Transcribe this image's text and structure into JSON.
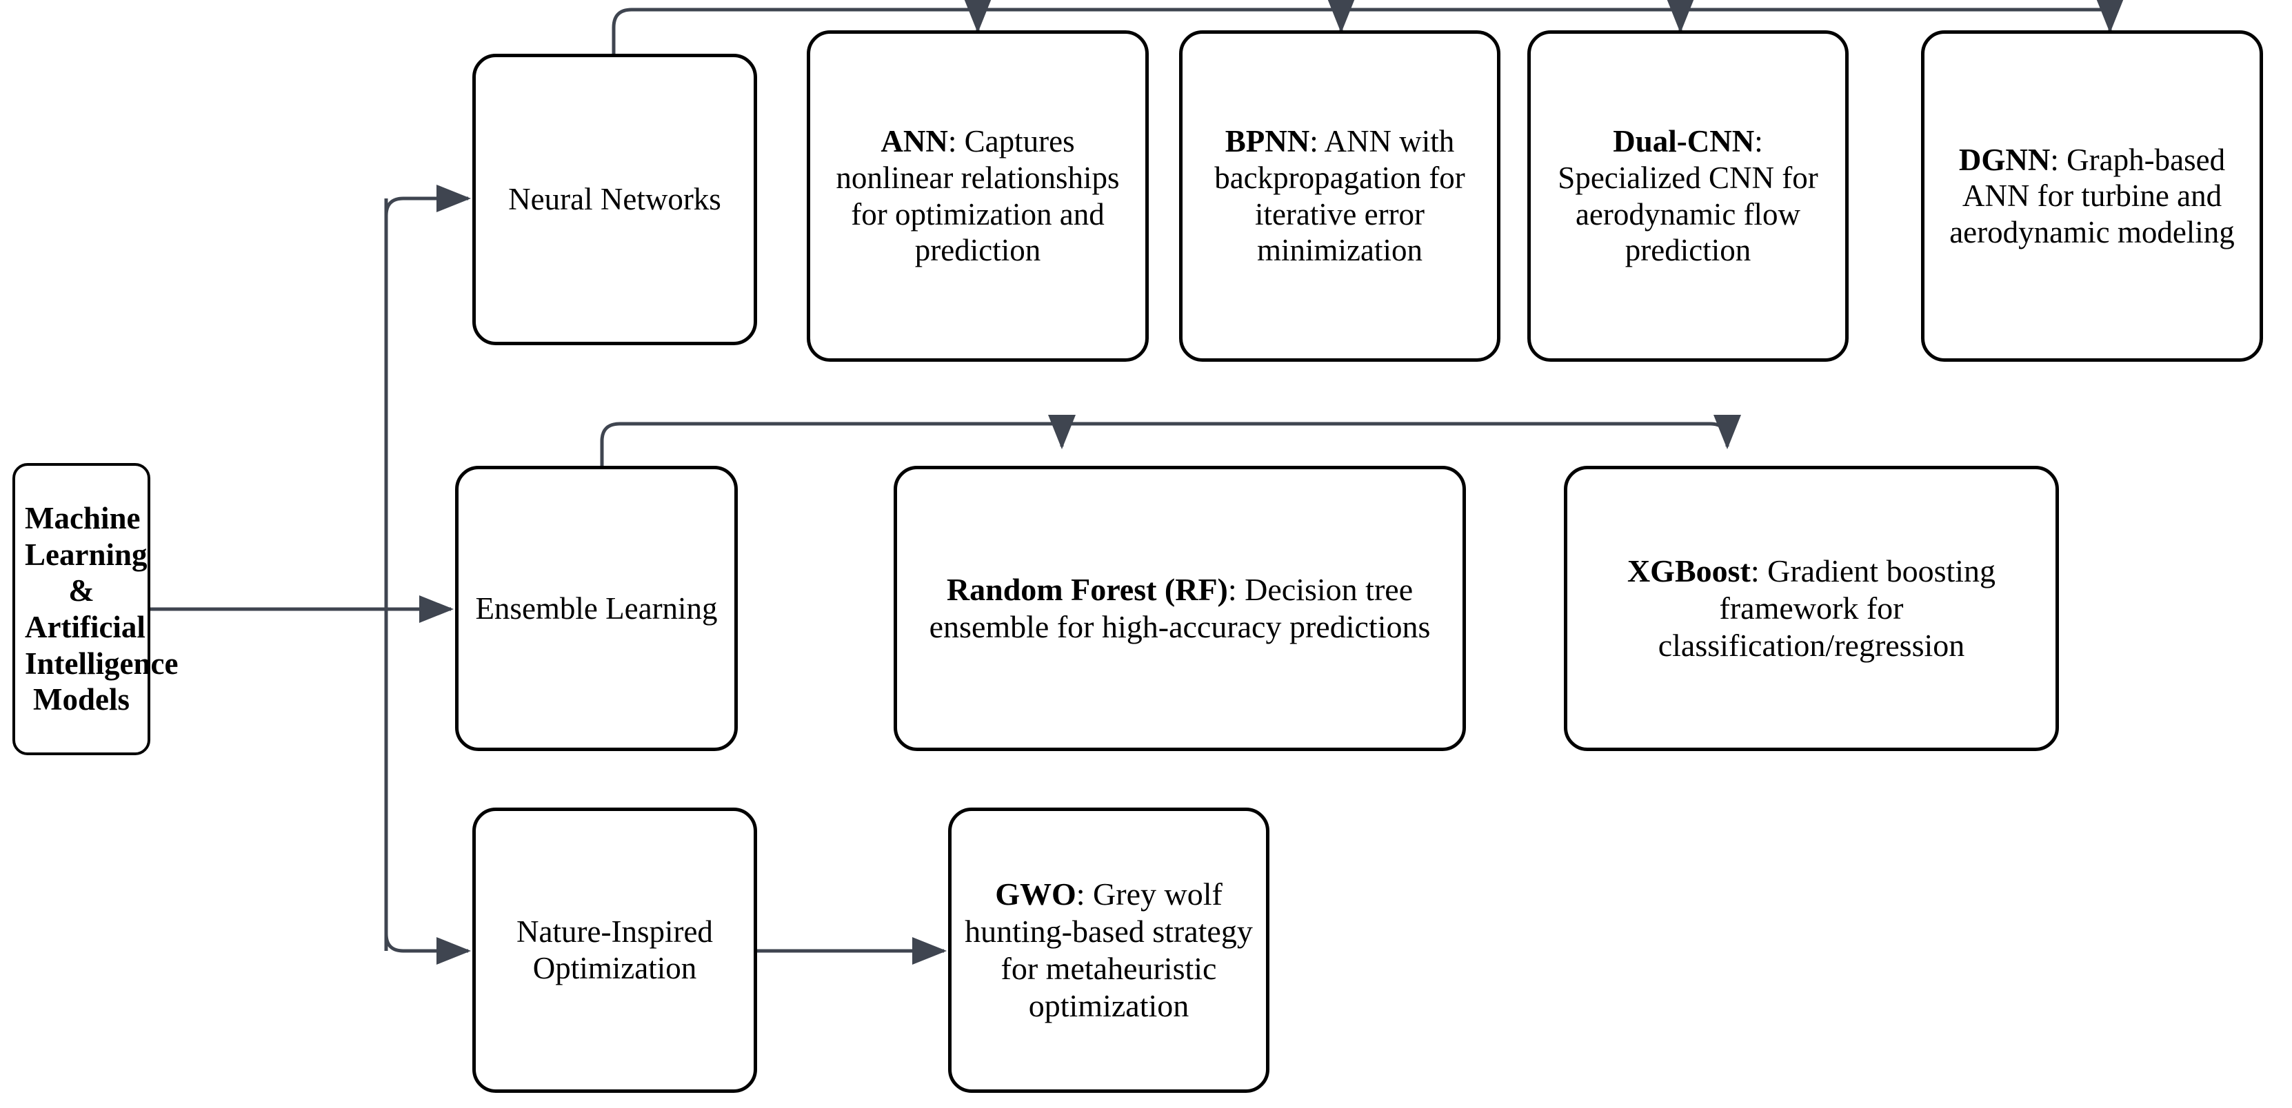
{
  "diagram": {
    "title": "Machine Learning & Artificial Intelligence Models taxonomy",
    "colors": {
      "node_border": "#000000",
      "node_fill": "#ffffff",
      "edge": "#3f4550",
      "text": "#000000"
    },
    "root": {
      "label": "Machine Learning & Artificial Intelligence Models"
    },
    "categories": [
      {
        "label": "Neural Networks"
      },
      {
        "label": "Ensemble Learning"
      },
      {
        "label": "Nature-Inspired Optimization"
      }
    ],
    "leaves": {
      "ann": {
        "term": "ANN",
        "sep": ": ",
        "desc": "Captures nonlinear relationships for optimization and prediction"
      },
      "bpnn": {
        "term": "BPNN",
        "sep": ": ",
        "desc": "ANN with backpropagation for iterative error minimization"
      },
      "dualcnn": {
        "term": "Dual-CNN",
        "sep": ": ",
        "desc": "Specialized CNN for aerodynamic flow prediction"
      },
      "dgnn": {
        "term": "DGNN",
        "sep": ": ",
        "desc": "Graph-based ANN for turbine and aerodynamic modeling"
      },
      "rf": {
        "term": "Random Forest (RF)",
        "sep": ": ",
        "desc": "Decision tree ensemble for high-accuracy predictions"
      },
      "xgboost": {
        "term": "XGBoost",
        "sep": ": ",
        "desc": "Gradient boosting framework for classification/regression"
      },
      "gwo": {
        "term": "GWO",
        "sep": ": ",
        "desc": "Grey wolf hunting-based strategy for metaheuristic optimization"
      }
    }
  }
}
